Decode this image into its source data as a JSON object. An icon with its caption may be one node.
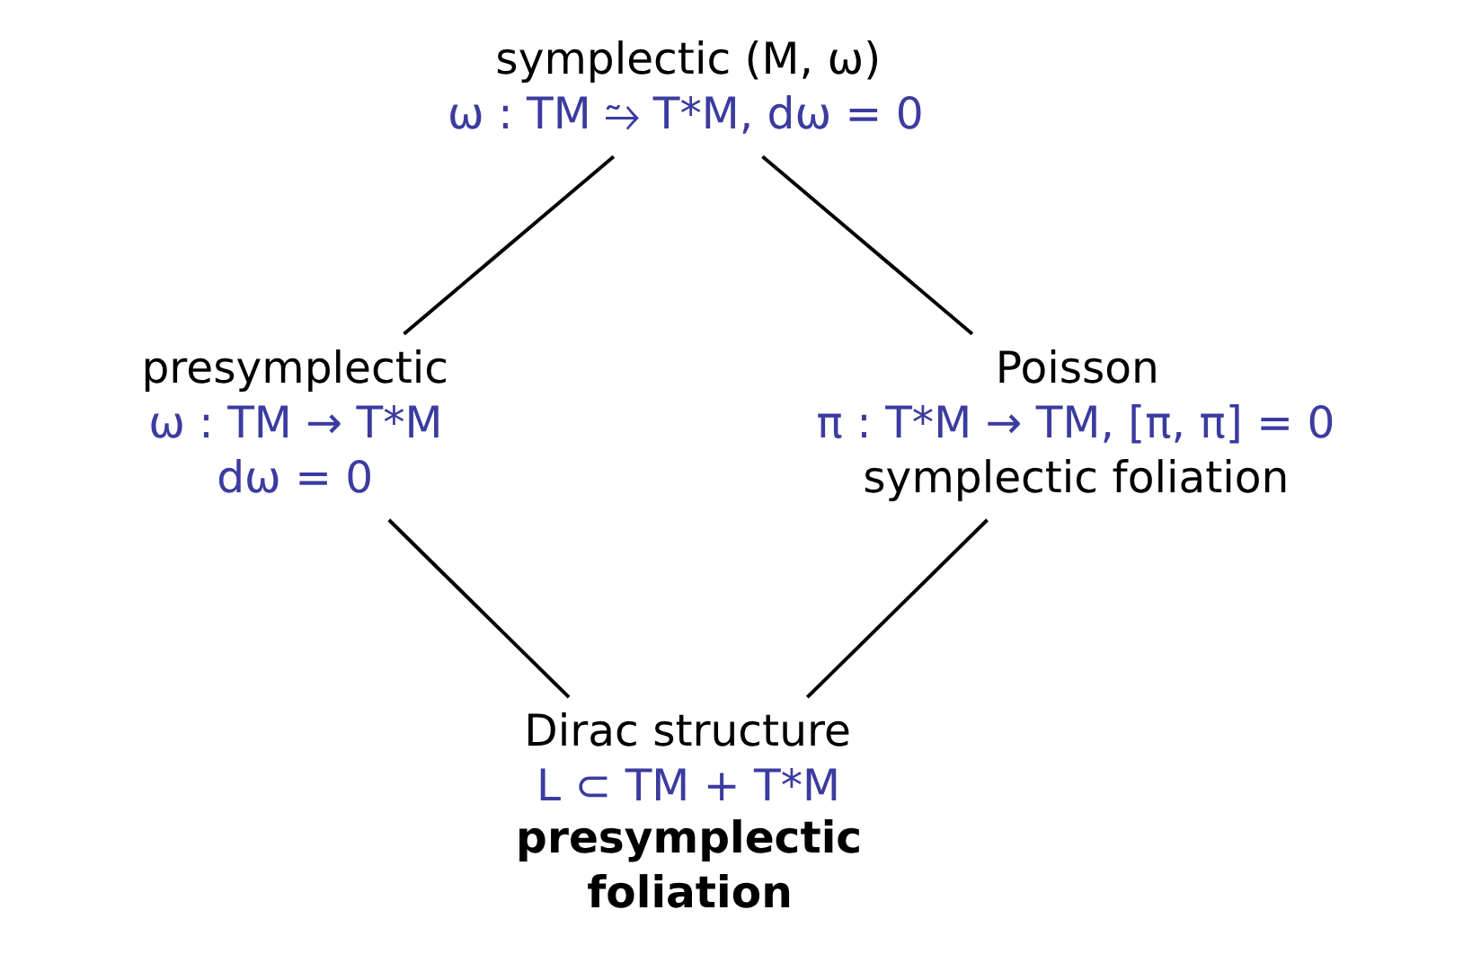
{
  "diagram": {
    "nodes": [
      {
        "text": [
          "symplectic (M, ω)",
          "ω : TM ⥲ T*M, dω = 0"
        ]
      },
      {
        "text": [
          "presymplectic",
          "ω : TM → T*M",
          "dω = 0"
        ]
      },
      {
        "text": [
          "Poisson",
          "π : T*M → TM, [π, π] = 0",
          "symplectic foliation"
        ]
      },
      {
        "text": [
          "Dirac structure",
          "L ⊂ TM + T*M",
          "presymplectic foliation"
        ]
      }
    ],
    "edges": [
      {
        "from": 0,
        "to": 1,
        "arrow": "none"
      },
      {
        "from": 0,
        "to": 2,
        "arrow": "none"
      },
      {
        "from": 1,
        "to": 3,
        "arrow": "none"
      },
      {
        "from": 2,
        "to": 3,
        "arrow": "none"
      }
    ]
  }
}
